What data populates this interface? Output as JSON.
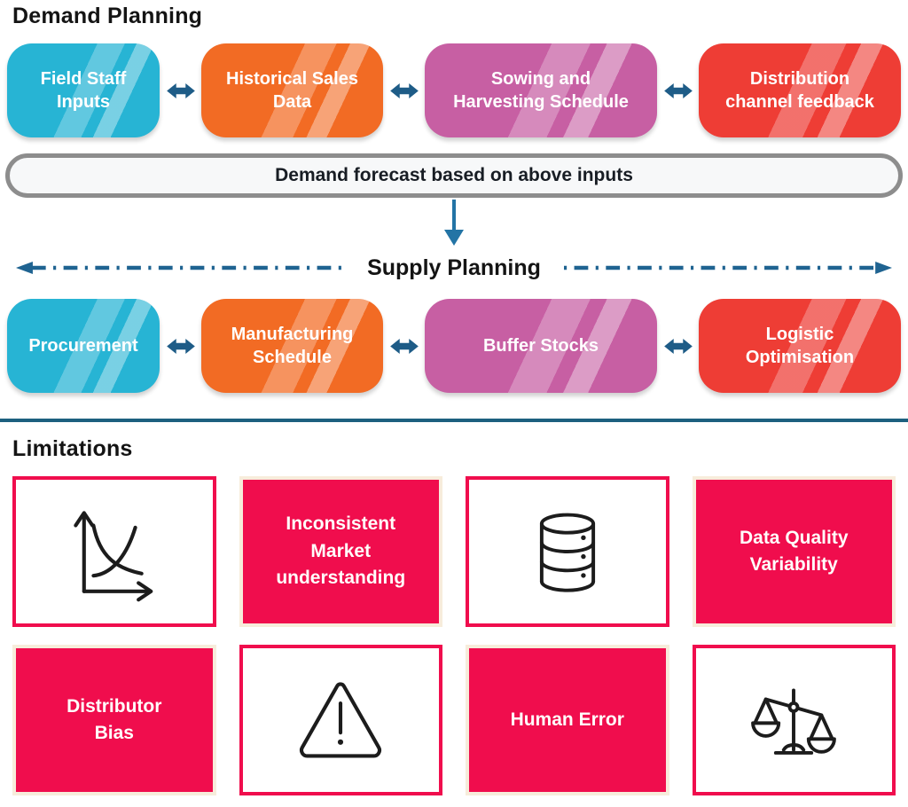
{
  "demand_section": {
    "title": "Demand Planning",
    "boxes": [
      {
        "label": "Field Staff\nInputs",
        "color": "#27b4d4"
      },
      {
        "label": "Historical Sales\nData",
        "color": "#f26b24"
      },
      {
        "label": "Sowing and\nHarvesting Schedule",
        "color": "#c75fa3"
      },
      {
        "label": "Distribution\nchannel feedback",
        "color": "#ee3d35"
      }
    ],
    "forecast_pill": "Demand forecast based on above inputs"
  },
  "supply_section": {
    "title": "Supply Planning",
    "boxes": [
      {
        "label": "Procurement",
        "color": "#27b4d4"
      },
      {
        "label": "Manufacturing\nSchedule",
        "color": "#f26b24"
      },
      {
        "label": "Buffer Stocks",
        "color": "#c75fa3"
      },
      {
        "label": "Logistic\nOptimisation",
        "color": "#ee3d35"
      }
    ]
  },
  "limitations_section": {
    "title": "Limitations",
    "accent_color": "#f00d4d",
    "cells": [
      {
        "type": "icon",
        "icon": "supply-demand-chart-icon"
      },
      {
        "type": "text",
        "label": "Inconsistent\nMarket\nunderstanding"
      },
      {
        "type": "icon",
        "icon": "database-icon"
      },
      {
        "type": "text",
        "label": "Data Quality\nVariability"
      },
      {
        "type": "text",
        "label": "Distributor\nBias"
      },
      {
        "type": "icon",
        "icon": "warning-triangle-icon"
      },
      {
        "type": "text",
        "label": "Human Error"
      },
      {
        "type": "icon",
        "icon": "scales-icon"
      }
    ]
  },
  "connectors": {
    "double_arrow_color": "#1e5c87",
    "flow_arrow_color": "#2374a5",
    "dashdot_color": "#1f6391",
    "divider_color": "#1d607f"
  }
}
